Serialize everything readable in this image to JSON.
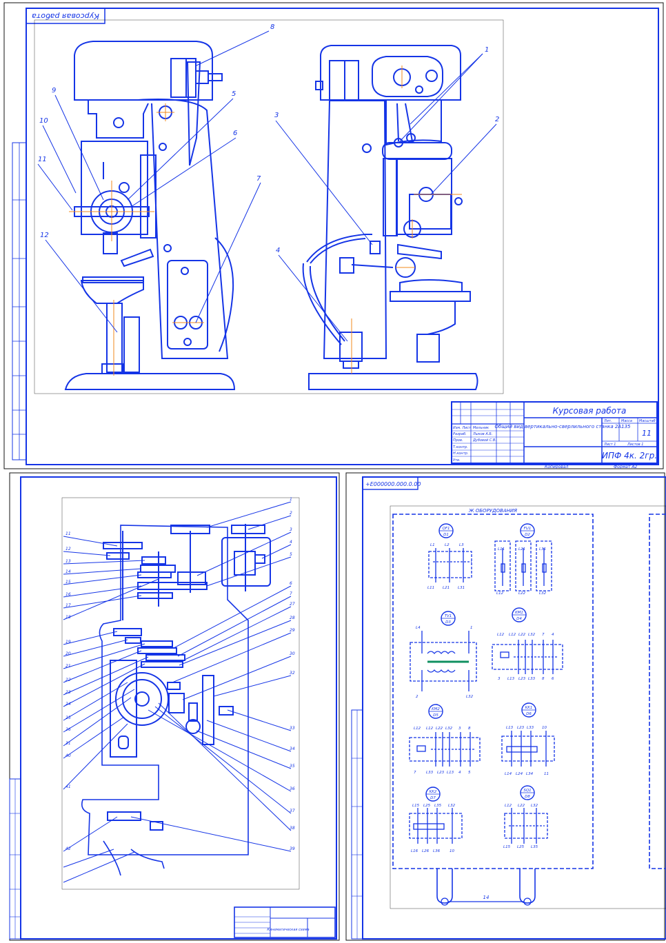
{
  "sheet1": {
    "rotated_stamp": "Курсовая работа",
    "title_block": {
      "heading": "Курсовая работа",
      "designation": "Общий вид вертикально-сверлильного станка 2А135",
      "sheet_count": "11",
      "org": "ИПФ 4к. 2гр.",
      "roles": [
        "Изм. Лист",
        "Разраб.",
        "Пров.",
        "Т.контр.",
        "Н.контр.",
        "Утв."
      ],
      "names": [
        "Мельник",
        "Лыков А.Б.",
        "Дубовой С.В."
      ],
      "cols": [
        "Лит.",
        "Масса",
        "Масштаб"
      ],
      "sheet_info": "Лист 1",
      "sheets": "Листов 1",
      "copied": "Копировал",
      "format": "Формат А2"
    },
    "callouts_left": [
      "8",
      "9",
      "10",
      "11",
      "5",
      "6",
      "7",
      "12"
    ],
    "callouts_right": [
      "1",
      "2",
      "3",
      "4"
    ]
  },
  "sheet2": {
    "title_block": {
      "designation": "Кинематическая схема"
    },
    "labels_left": [
      "11",
      "12",
      "13",
      "14",
      "15",
      "16",
      "17",
      "18",
      "19",
      "20",
      "21",
      "22",
      "23",
      "24",
      "25",
      "26",
      "31",
      "40",
      "41",
      "42"
    ],
    "labels_right": [
      "1",
      "2",
      "3",
      "4",
      "5",
      "6",
      "7",
      "27",
      "28",
      "29",
      "30",
      "32",
      "33",
      "34",
      "35",
      "36",
      "37",
      "38",
      "39"
    ]
  },
  "sheet3": {
    "code_box": "+E000000.000.0.00",
    "panel_title": "Ж ОБОРУДОВАНИЯ",
    "bottom_label": "14",
    "components": [
      {
        "tag": "QF1",
        "sub": "D1"
      },
      {
        "tag": "FU1",
        "sub": "D2"
      },
      {
        "tag": "TV1",
        "sub": "D3"
      },
      {
        "tag": "KM1",
        "sub": "D4"
      },
      {
        "tag": "KM2",
        "sub": "D5"
      },
      {
        "tag": "KK1",
        "sub": "D6"
      },
      {
        "tag": "KK2",
        "sub": "D7"
      },
      {
        "tag": "SQ1",
        "sub": "D8"
      }
    ],
    "terminals": {
      "qf1_top": [
        "L1",
        "L2",
        "L3"
      ],
      "qf1_bottom": [
        "L11",
        "L21",
        "L31"
      ],
      "fu1_top": [
        "L11",
        "L21",
        "L31"
      ],
      "fu1_bottom": [
        "L12",
        "L22",
        "L32"
      ],
      "tv1_top": [
        "L4",
        "1"
      ],
      "tv1_bottom": [
        "2",
        "L32"
      ],
      "km1_top": [
        "L12",
        "L12",
        "L22",
        "L32",
        "7",
        "4"
      ],
      "km1_bottom": [
        "3",
        "L13",
        "L23",
        "L33",
        "8",
        "6"
      ],
      "km2_top": [
        "L12",
        "L12",
        "L22",
        "L32",
        "3",
        "8"
      ],
      "km2_bottom": [
        "7",
        "L33",
        "L23",
        "L13",
        "4",
        "5"
      ],
      "kk1_top": [
        "L13",
        "L23",
        "L33",
        "10"
      ],
      "kk1_bottom": [
        "L14",
        "L24",
        "L34",
        "11"
      ],
      "kk2_top": [
        "L15",
        "L25",
        "L35",
        "L32"
      ],
      "kk2_bottom": [
        "L16",
        "L26",
        "L36",
        "10"
      ],
      "sq1_top": [
        "L12",
        "L22",
        "L32"
      ],
      "sq1_bottom": [
        "L15",
        "L25",
        "L35"
      ]
    }
  }
}
